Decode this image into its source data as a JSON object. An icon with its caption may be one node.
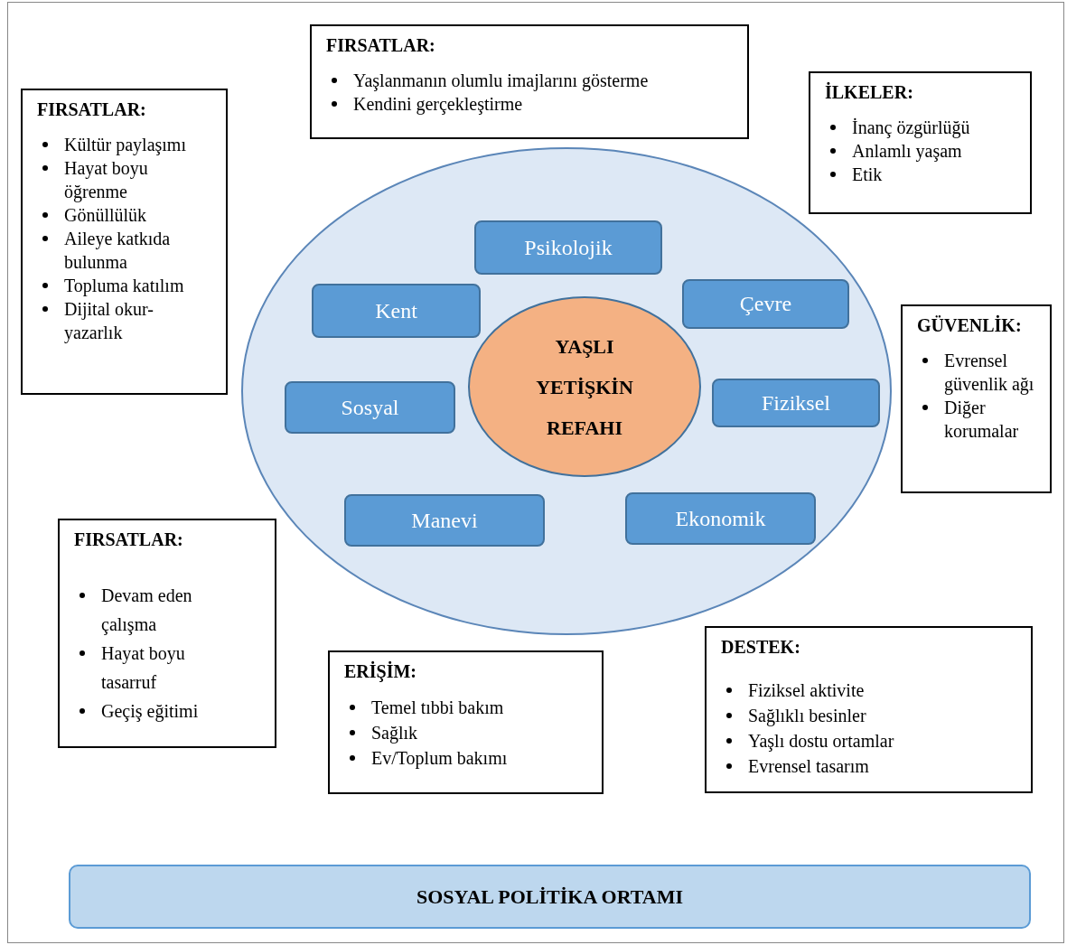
{
  "diagram": {
    "nodes": [
      {
        "text": [
          "FIRSATLAR:",
          "Yaşlanmanın olumlu imajlarını gösterme",
          "Kendini gerçekleştirme"
        ]
      },
      {
        "text": [
          "FIRSATLAR:",
          "Kültür paylaşımı",
          "Hayat boyu öğrenme",
          "Gönüllülük",
          "Aileye katkıda bulunma",
          "Topluma katılım",
          "Dijital okur-yazarlık"
        ]
      },
      {
        "text": [
          "İLKELER:",
          "İnanç özgürlüğü",
          "Anlamlı yaşam",
          "Etik"
        ]
      },
      {
        "text": [],
        "shape": "ellipse"
      },
      {
        "text": [
          "Psikolojik"
        ],
        "in": 3
      },
      {
        "text": [
          "Kent"
        ],
        "in": 3
      },
      {
        "text": [
          "Çevre"
        ],
        "in": 3
      },
      {
        "text": [
          "YAŞLI YETİŞKİN REFAHI"
        ],
        "in": 3
      },
      {
        "text": [
          "Sosyal"
        ],
        "in": 3
      },
      {
        "text": [
          "Fiziksel"
        ],
        "in": 3
      },
      {
        "text": [
          "Manevi"
        ],
        "in": 3
      },
      {
        "text": [
          "Ekonomik"
        ],
        "in": 3
      },
      {
        "text": [
          "GÜVENLİK:",
          "Evrensel güvenlik ağı",
          "Diğer korumalar"
        ]
      },
      {
        "text": [
          "FIRSATLAR:",
          "Devam eden çalışma",
          "Hayat boyu tasarruf",
          "Geçiş eğitimi"
        ]
      },
      {
        "text": [
          "ERİŞİM:",
          "Temel tıbbi bakım",
          "Sağlık",
          "Ev/Toplum bakımı"
        ]
      },
      {
        "text": [
          "DESTEK:",
          "Fiziksel aktivite",
          "Sağlıklı besinler",
          "Yaşlı dostu ortamlar",
          "Evrensel tasarım"
        ]
      },
      {
        "text": [
          "SOSYAL POLİTİKA ORTAMI"
        ]
      }
    ],
    "edges": []
  }
}
